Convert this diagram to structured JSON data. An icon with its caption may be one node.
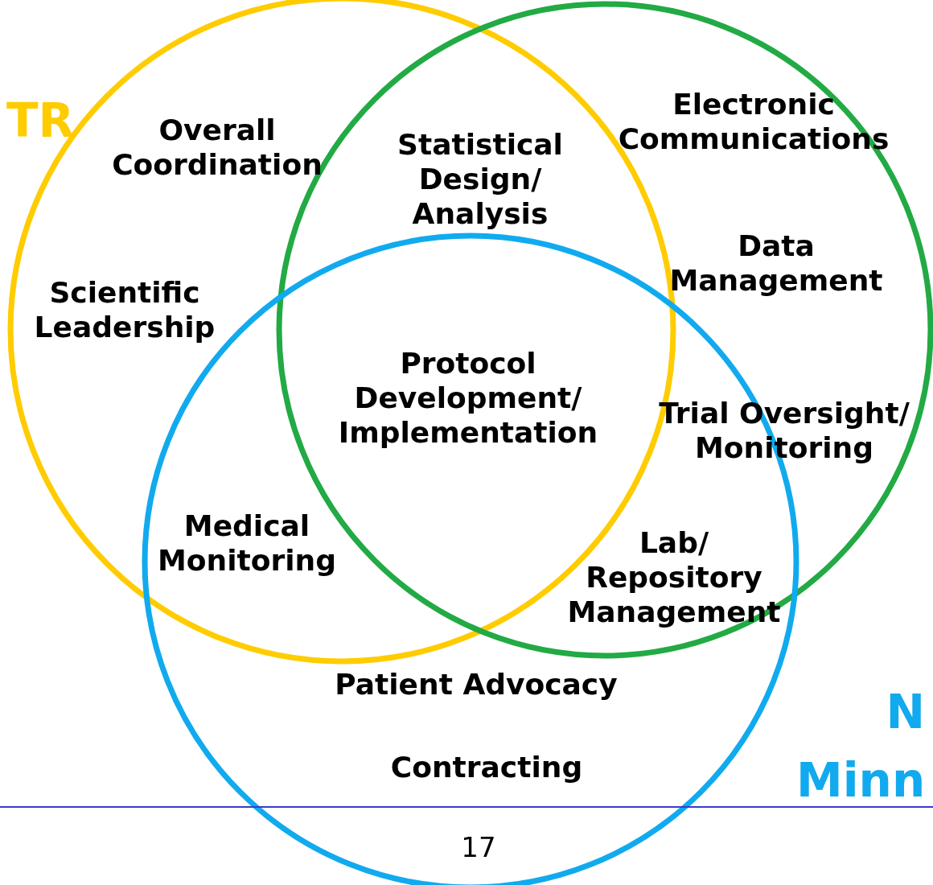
{
  "diagram": {
    "labels": [
      "TR",
      "Overall Coordination",
      "Electronic Communications",
      "Statistical Design/ Analysis",
      "Data Management",
      "Scientific Leadership",
      "Protocol Development/ Implementation",
      "Trial Oversight/ Monitoring",
      "Medical Monitoring",
      "Lab/ Repository Management",
      "Patient Advocacy",
      "N",
      "Contracting",
      "Minn",
      "17"
    ]
  }
}
